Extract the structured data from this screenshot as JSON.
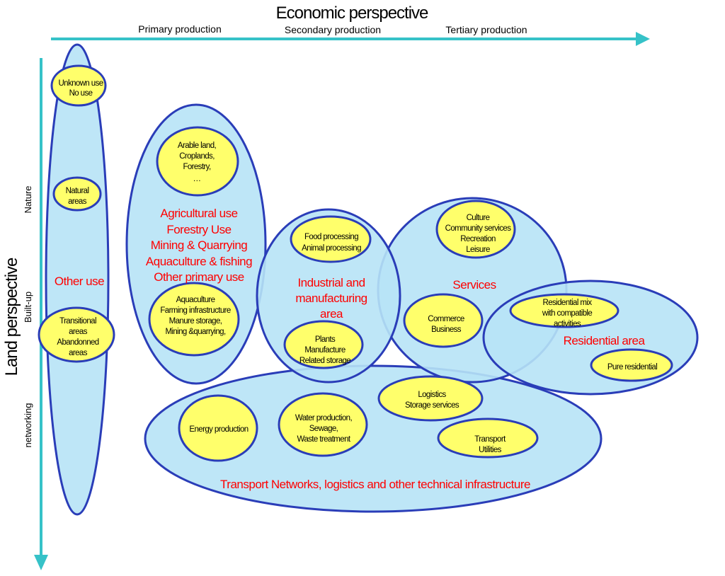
{
  "axes": {
    "x_title": "Economic perspective",
    "x_categories": [
      "Primary production",
      "Secondary production",
      "Tertiary production"
    ],
    "y_title": "Land perspective",
    "y_categories": [
      "Nature",
      "Built-up",
      "networking"
    ]
  },
  "groups": {
    "other_use": {
      "label": "Other use",
      "subitems": [
        [
          "Unknown use",
          "No use"
        ],
        [
          "Natural",
          "areas"
        ],
        [
          "Transitional",
          "areas",
          "Abandonned",
          "areas"
        ]
      ]
    },
    "primary": {
      "label": [
        "Agricultural use",
        "Forestry Use",
        "Mining & Quarrying",
        "Aquaculture & fishing",
        "Other primary use"
      ],
      "subitems": [
        [
          "Arable land,",
          "Croplands,",
          "Forestry,",
          "…"
        ],
        [
          "Aquaculture",
          "Farming infrastructure",
          "Manure storage,",
          "Mining &quarrying,"
        ]
      ]
    },
    "industrial": {
      "label": [
        "Industrial and",
        "manufacturing",
        "area"
      ],
      "subitems": [
        [
          "Food processing",
          "Animal processing"
        ],
        [
          "Plants",
          "Manufacture",
          "Related storage"
        ]
      ]
    },
    "services": {
      "label": "Services",
      "subitems": [
        [
          "Culture",
          "Community services",
          "Recreation",
          "Leisure"
        ],
        [
          "Commerce",
          "Business"
        ]
      ]
    },
    "residential": {
      "label": "Residential area",
      "subitems": [
        [
          "Residential mix",
          "with compatible",
          "activities"
        ],
        [
          "Pure residential"
        ]
      ]
    },
    "transport": {
      "label": "Transport Networks, logistics and other technical infrastructure",
      "subitems": [
        [
          "Energy production"
        ],
        [
          "Water production,",
          "Sewage,",
          "Waste treatment"
        ],
        [
          "Logistics",
          "Storage services"
        ],
        [
          "Transport",
          "Utilities"
        ]
      ]
    }
  }
}
